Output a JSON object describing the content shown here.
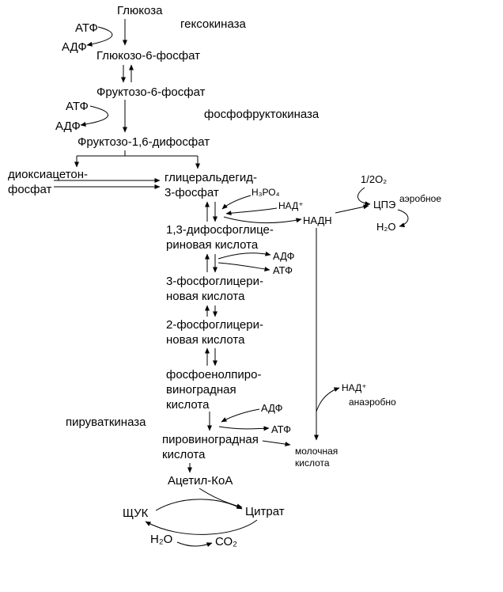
{
  "colors": {
    "background": "#ffffff",
    "line": "#000000",
    "text": "#000000"
  },
  "labels": {
    "glucose": "Глюкоза",
    "hexokinase": "гексокиназа",
    "atp_1": "АТФ",
    "adp_1": "АДФ",
    "glucose6p": "Глюкозо-6-фосфат",
    "fructose6p": "Фруктозо-6-фосфат",
    "atp_2": "АТФ",
    "phosphofructokinase": "фосфофруктокиназа",
    "adp_2": "АДФ",
    "fructose16bp": "Фруктозо-1,6-дифосфат",
    "dhap": "диоксиацетон-\nфосфат",
    "gap": "глицеральдегид-\n3-фосфат",
    "h3po4": "Н₃РО₄",
    "nad_plus_1": "НАД⁺",
    "half_o2": "1/2О₂",
    "cpe": "ЦПЭ",
    "aerobic": "аэробное",
    "nadh": "НАДН",
    "h2o_right": "Н₂О",
    "bpg13": "1,3-дифосфоглице-\nриновая кислота",
    "adp_3": "АДФ",
    "atp_3": "АТФ",
    "pg3": "3-фосфоглицери-\nновая кислота",
    "pg2": "2-фосфоглицери-\nновая кислота",
    "pep": "фосфоенолпиро-\nвиноградная\nкислота",
    "adp_4": "АДФ",
    "nad_plus_2": "НАД⁺",
    "anaerobic": "анаэробно",
    "pyruvate_kinase": "пируваткиназа",
    "atp_4": "АТФ",
    "pyruvate": "пировиноградная\nкислота",
    "lactate": "молочная\nкислота",
    "acetyl_coa": "Ацетил-КоА",
    "oxaloacetate": "ЩУК",
    "citrate": "Цитрат",
    "h2o_bottom": "Н₂О",
    "co2": "СО₂"
  }
}
